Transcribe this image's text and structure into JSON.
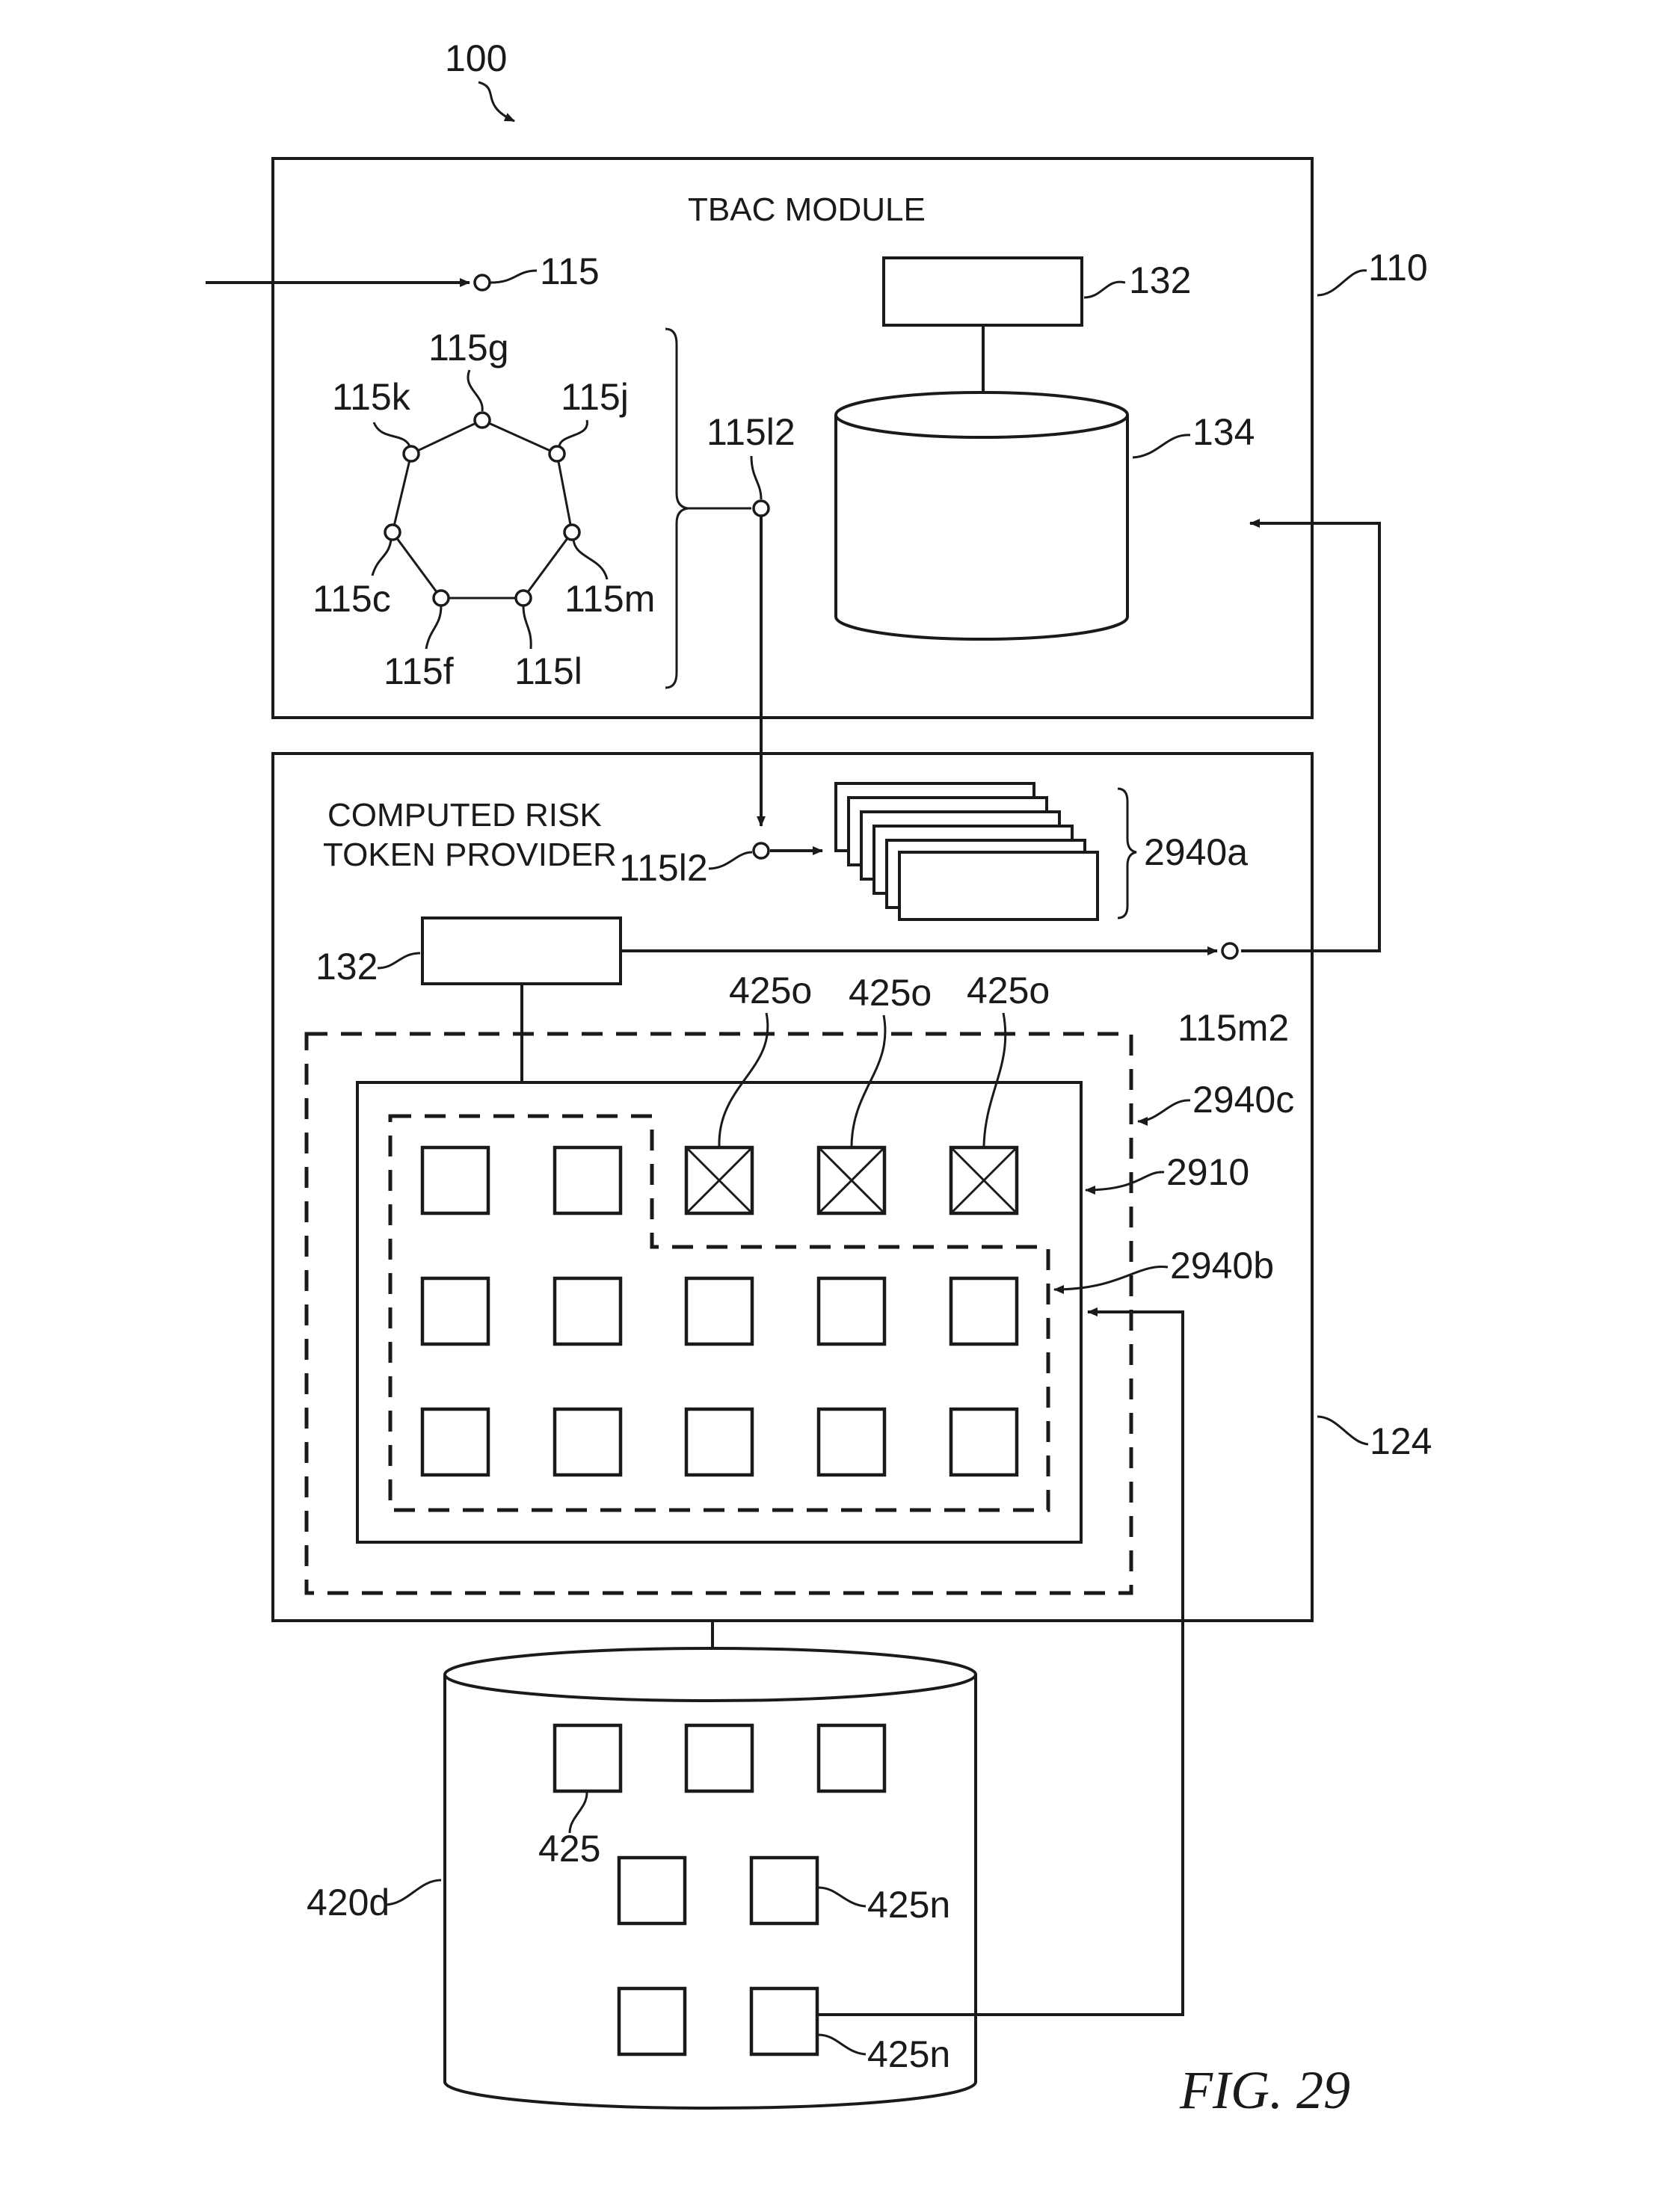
{
  "figure": {
    "number_label": "100",
    "caption": "FIG. 29"
  },
  "tbac_module": {
    "title": "TBAC MODULE",
    "ref": "110",
    "input_node": "115",
    "box_ref": "132",
    "db_ref": "134",
    "ring_nodes": [
      "115g",
      "115k",
      "115j",
      "115c",
      "115m",
      "115f",
      "115l"
    ],
    "brace_node": "115l2"
  },
  "risk_provider": {
    "title_line1": "COMPUTED RISK",
    "title_line2": "TOKEN PROVIDER",
    "ref": "124",
    "input_node": "115l2",
    "stack_ref": "2940a",
    "box_ref": "132",
    "output_node": "115m2",
    "outer_dashed_ref": "2940c",
    "solid_ref": "2910",
    "inner_dashed_ref": "2940b",
    "selected_labels": [
      "425o",
      "425o",
      "425o"
    ]
  },
  "database": {
    "ref": "420d",
    "item_labels": [
      "425",
      "425n",
      "425n"
    ]
  }
}
